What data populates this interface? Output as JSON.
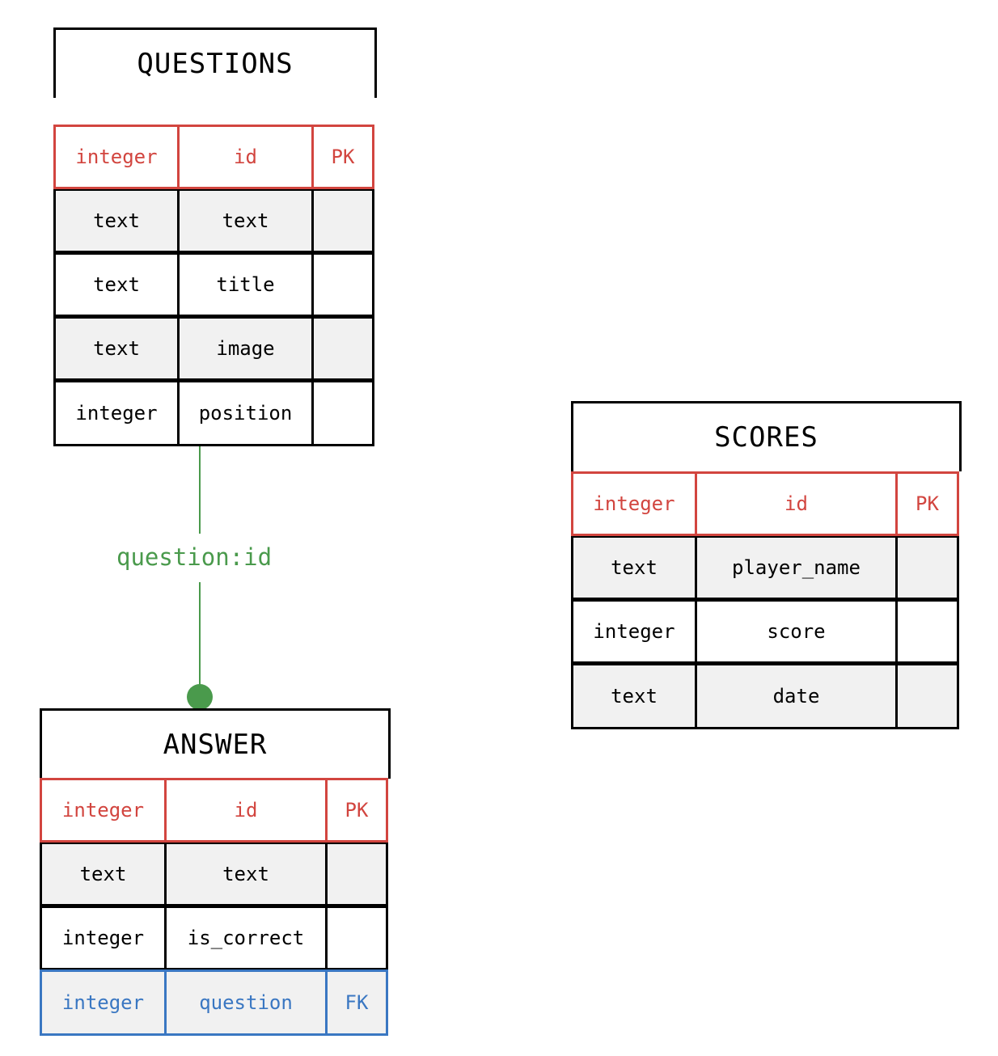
{
  "entities": {
    "questions": {
      "title": "QUESTIONS",
      "rows": [
        {
          "type": "integer",
          "name": "id",
          "key": "PK"
        },
        {
          "type": "text",
          "name": "text",
          "key": ""
        },
        {
          "type": "text",
          "name": "title",
          "key": ""
        },
        {
          "type": "text",
          "name": "image",
          "key": ""
        },
        {
          "type": "integer",
          "name": "position",
          "key": ""
        }
      ]
    },
    "answer": {
      "title": "ANSWER",
      "rows": [
        {
          "type": "integer",
          "name": "id",
          "key": "PK"
        },
        {
          "type": "text",
          "name": "text",
          "key": ""
        },
        {
          "type": "integer",
          "name": "is_correct",
          "key": ""
        },
        {
          "type": "integer",
          "name": "question",
          "key": "FK"
        }
      ]
    },
    "scores": {
      "title": "SCORES",
      "rows": [
        {
          "type": "integer",
          "name": "id",
          "key": "PK"
        },
        {
          "type": "text",
          "name": "player_name",
          "key": ""
        },
        {
          "type": "integer",
          "name": "score",
          "key": ""
        },
        {
          "type": "text",
          "name": "date",
          "key": ""
        }
      ]
    }
  },
  "relationship": {
    "label": "question:id",
    "from": "answer.question",
    "to": "questions.id"
  },
  "colors": {
    "primary_key": "#d2453f",
    "foreign_key": "#3a77c2",
    "relationship": "#4a9a4c",
    "shaded_row": "#f1f1f1"
  }
}
